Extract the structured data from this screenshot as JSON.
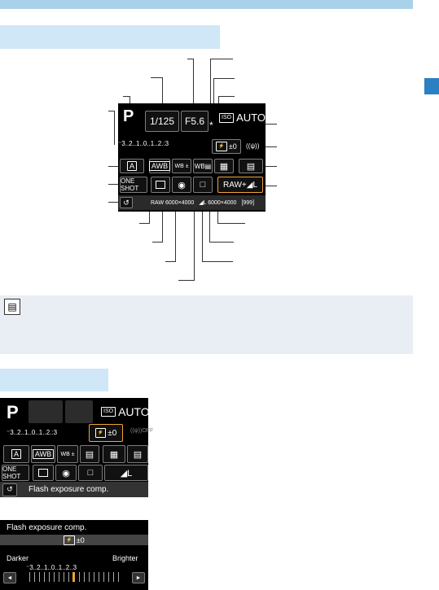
{
  "screen1": {
    "mode": "P",
    "shutter": "1/125",
    "aperture": "F5.6",
    "ae_lock": "*",
    "iso_label": "ISO",
    "iso_value": "AUTO",
    "exp_scale": "⁻3..2..1..0..1..2.:3",
    "flash_comp": "±0",
    "wifi": "((ψ))",
    "picture_style": "A",
    "wb": "AWB",
    "wb_shift": "WB ±",
    "bracketing": "WB▤",
    "alo": "▦",
    "custom": "▤",
    "af": "ONE SHOT",
    "drive": "□",
    "quality": "RAW+◢L",
    "metering": "◉",
    "status_raw": "RAW 6000×4000",
    "status_jpg": "◢L 6000×4000",
    "shots": "[999]"
  },
  "screen2": {
    "mode": "P",
    "iso_label": "ISO",
    "iso_value": "AUTO",
    "exp_scale": "⁻3..2..1..0..1..2.:3",
    "flash_comp": "±0",
    "wifi": "((ψ))OFF",
    "picture_style": "A",
    "wb": "AWB",
    "wb_shift": "WB ±",
    "bracketing": "▤",
    "alo": "▦",
    "custom": "▤",
    "af": "ONE SHOT",
    "drive": "□",
    "quality": "◢L",
    "metering": "◉",
    "back": "↺",
    "label": "Flash exposure comp."
  },
  "screen3": {
    "title": "Flash exposure comp.",
    "value": "±0",
    "darker": "Darker",
    "brighter": "Brighter",
    "scale": "⁻3..2..1..0..1..2..3",
    "left_arrow": "◄",
    "right_arrow": "►"
  },
  "note_icon": "▤"
}
